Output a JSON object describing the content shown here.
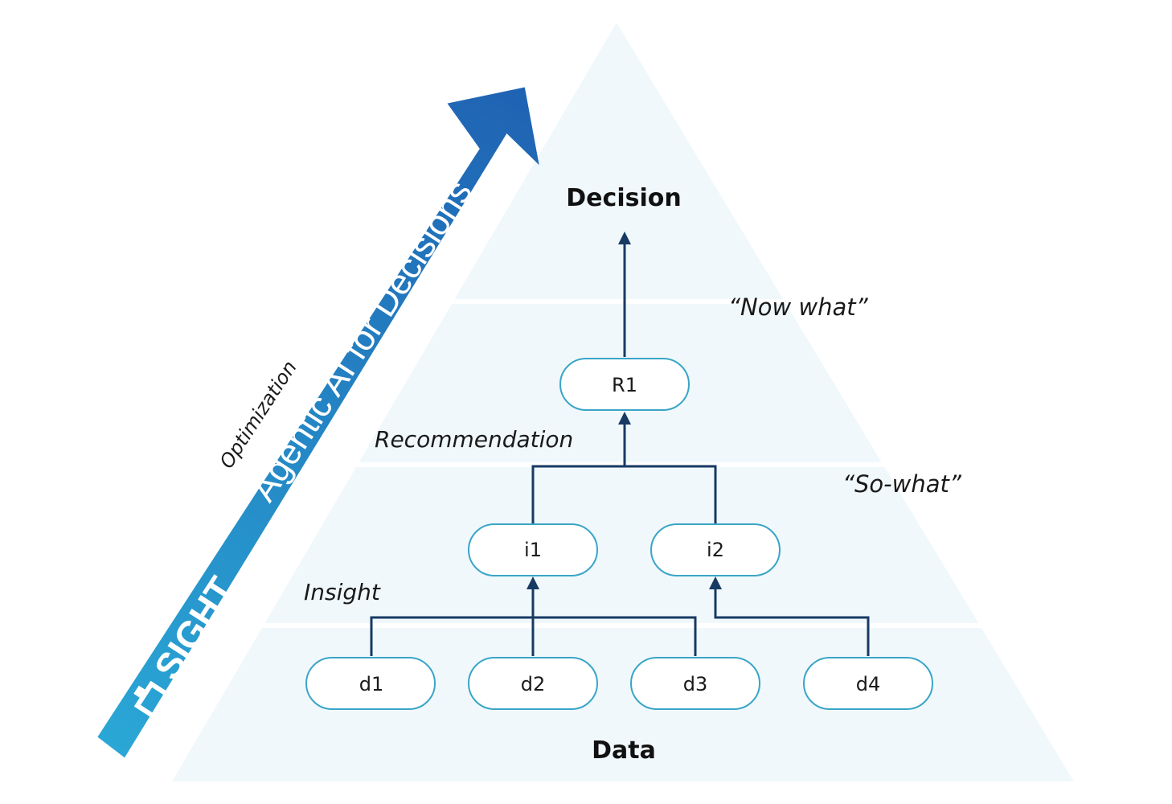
{
  "title": "Decision",
  "base_label": "Data",
  "level_labels": {
    "insight": "Insight",
    "recommendation": "Recommendation",
    "so_what": "“So-what”",
    "now_what": "“Now what”"
  },
  "arrow": {
    "main_text": "Agentic AI for Decisions",
    "logo_text": "SIGHT",
    "side_label": "Optimization"
  },
  "nodes": {
    "r1": "R1",
    "i1": "i1",
    "i2": "i2",
    "d1": "d1",
    "d2": "d2",
    "d3": "d3",
    "d4": "d4"
  },
  "colors": {
    "pyramid_fill": "#f0f8fb",
    "band_divider": "#ffffff",
    "node_border": "#3aa5c7",
    "connector": "#173a63",
    "arrow_dark": "#1f63b3",
    "arrow_light": "#2aa8d6"
  }
}
